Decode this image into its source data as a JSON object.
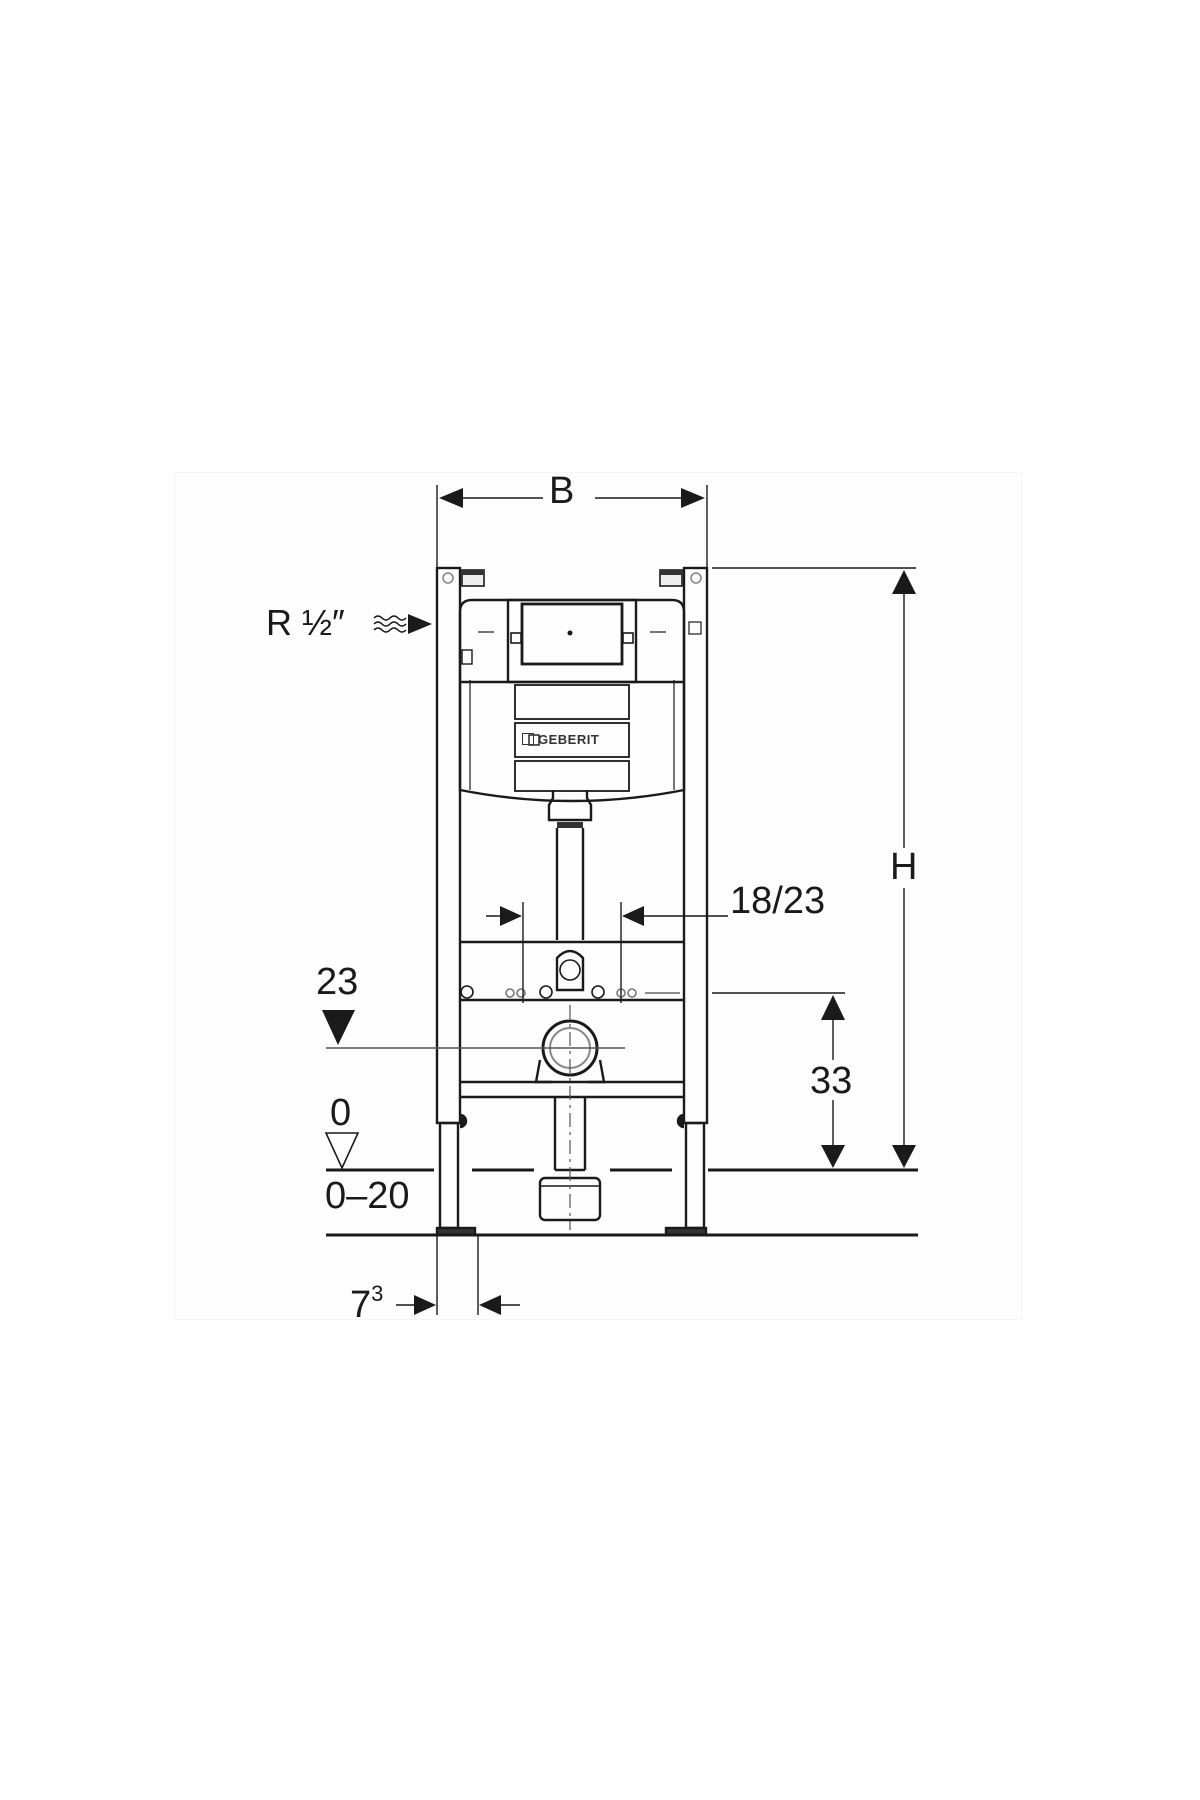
{
  "drawing": {
    "title": "Geberit installation frame – dimension drawing",
    "brand_logo_text": "GEBERIT",
    "colors": {
      "line": "#1a1a1a",
      "thin_line": "#555555",
      "background": "#ffffff",
      "sheet": "#fdfdfd"
    },
    "dimensions": {
      "width_label": "B",
      "height_label": "H",
      "water_connection": "R ½″",
      "bolt_spacing": "18/23",
      "drain_height_marker": "23",
      "floor_level_marker": "0",
      "floor_adjust_range": "0–20",
      "foot_depth_base": "7",
      "foot_depth_sup": "3",
      "fixing_height": "33"
    }
  }
}
